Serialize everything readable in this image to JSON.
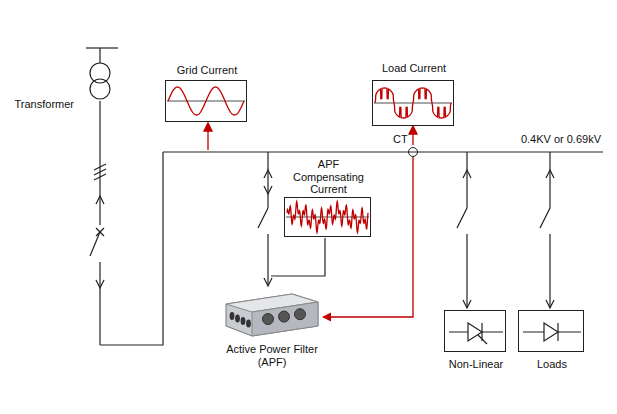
{
  "diagram": {
    "nodes": [
      {
        "text": [
          "Transformer"
        ]
      },
      {
        "text": [
          "Grid Current"
        ]
      },
      {
        "text": [
          "Load Current"
        ]
      },
      {
        "text": [
          "CT"
        ]
      },
      {
        "text": [
          "APF Compensating Current"
        ]
      },
      {
        "text": [
          "Active Power Filter (APF)"
        ]
      },
      {
        "text": [
          "Non-Linear"
        ]
      },
      {
        "text": [
          "Loads"
        ]
      }
    ],
    "edges": [
      {
        "from": 3,
        "to": 5,
        "arrow": "to"
      }
    ],
    "labels": [
      "0.4KV or 0.69kV"
    ]
  }
}
